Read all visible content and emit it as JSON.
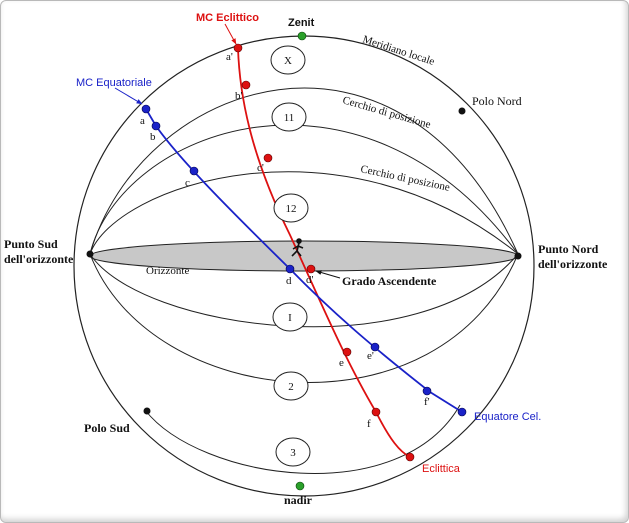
{
  "colors": {
    "ecliptic": "#dd1111",
    "equator": "#1a22c8",
    "horizon_fill": "#c8c8c8",
    "green": "#2aa02a",
    "black": "#111111"
  },
  "labels": {
    "mc_ecliptic": "MC Eclittico",
    "zenith": "Zenit",
    "local_meridian": "Meridiano locale",
    "north_pole": "Polo Nord",
    "mc_equatorial": "MC Equatoriale",
    "position_circle_1": "Cerchio di posizione",
    "position_circle_2": "Cerchio di posizione",
    "south_point_1": "Punto Sud",
    "south_point_2": "dell'orizzonte",
    "north_point_1": "Punto Nord",
    "north_point_2": "dell'orizzonte",
    "horizon": "Orizzonte",
    "ascendant": "Grado Ascendente",
    "south_pole": "Polo Sud",
    "celestial_equator": "Equatore Cel.",
    "ecliptic": "Eclittica",
    "nadir": "nadir"
  },
  "points": {
    "a_prime": "a'",
    "b_prime": "b'",
    "c_prime": "c'",
    "d_prime": "d'",
    "e_prime": "e'",
    "f_prime": "f'",
    "a": "a",
    "b": "b",
    "c": "c",
    "d": "d",
    "e": "e",
    "f": "f"
  },
  "houses": {
    "h10": "X",
    "h11": "11",
    "h12": "12",
    "h1": "I",
    "h2": "2",
    "h3": "3"
  }
}
